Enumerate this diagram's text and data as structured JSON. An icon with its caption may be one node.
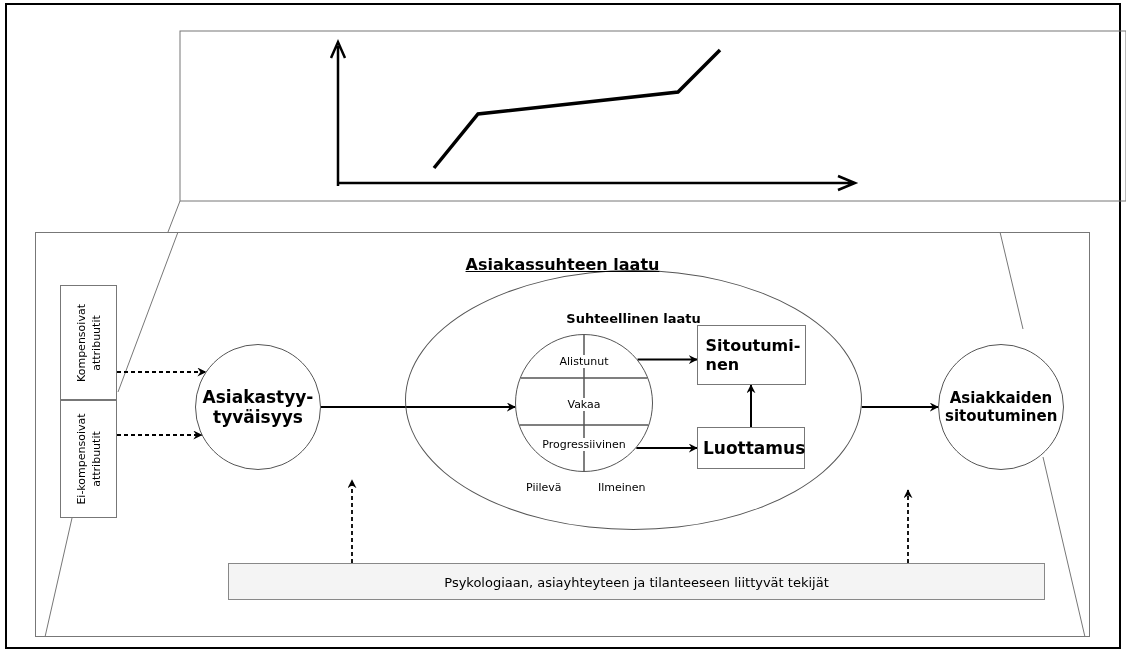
{
  "diagram": {
    "nodes": [
      {
        "text": [
          "Asiakassuhteen laatu"
        ]
      },
      {
        "text": [
          "Kompensoivat attribuutit"
        ],
        "in": 0
      },
      {
        "text": [
          "Ei-kompensoivat attribuutit"
        ],
        "in": 0
      },
      {
        "text": [
          "Asiakastyy- tyväisyys"
        ],
        "in": 0
      },
      {
        "text": [
          "Suhteellinen laatu"
        ],
        "in": 0
      },
      {
        "text": [
          "Alistunut",
          "Vakaa",
          "Progressiivinen"
        ],
        "in": 4,
        "beside": [
          "Piilevä",
          "Ilmeinen"
        ]
      },
      {
        "text": [
          "Sitoutumi- nen"
        ],
        "in": 4
      },
      {
        "text": [
          "Luottamus"
        ],
        "in": 4
      },
      {
        "text": [
          "Asiakkaiden sitoutuminen"
        ],
        "in": 0
      },
      {
        "text": [
          "Psykologiaan, asiayhteyteen ja tilanteeseen liittyvät tekijät"
        ],
        "in": 0
      }
    ],
    "edges": [
      {
        "from": 1,
        "to": 3,
        "arrow": "to",
        "style": "dashed"
      },
      {
        "from": 2,
        "to": 3,
        "arrow": "to",
        "style": "dashed"
      },
      {
        "from": 3,
        "to": 5,
        "arrow": "to"
      },
      {
        "from": 5,
        "to": 6,
        "arrow": "to"
      },
      {
        "from": 5,
        "to": 7,
        "arrow": "to"
      },
      {
        "from": 7,
        "to": 6,
        "arrow": "to"
      },
      {
        "from": 4,
        "to": 8,
        "arrow": "to"
      },
      {
        "from": 9,
        "to": null,
        "arrow": "to",
        "style": "dashed"
      },
      {
        "from": 9,
        "to": null,
        "arrow": "to",
        "style": "dashed"
      }
    ]
  }
}
